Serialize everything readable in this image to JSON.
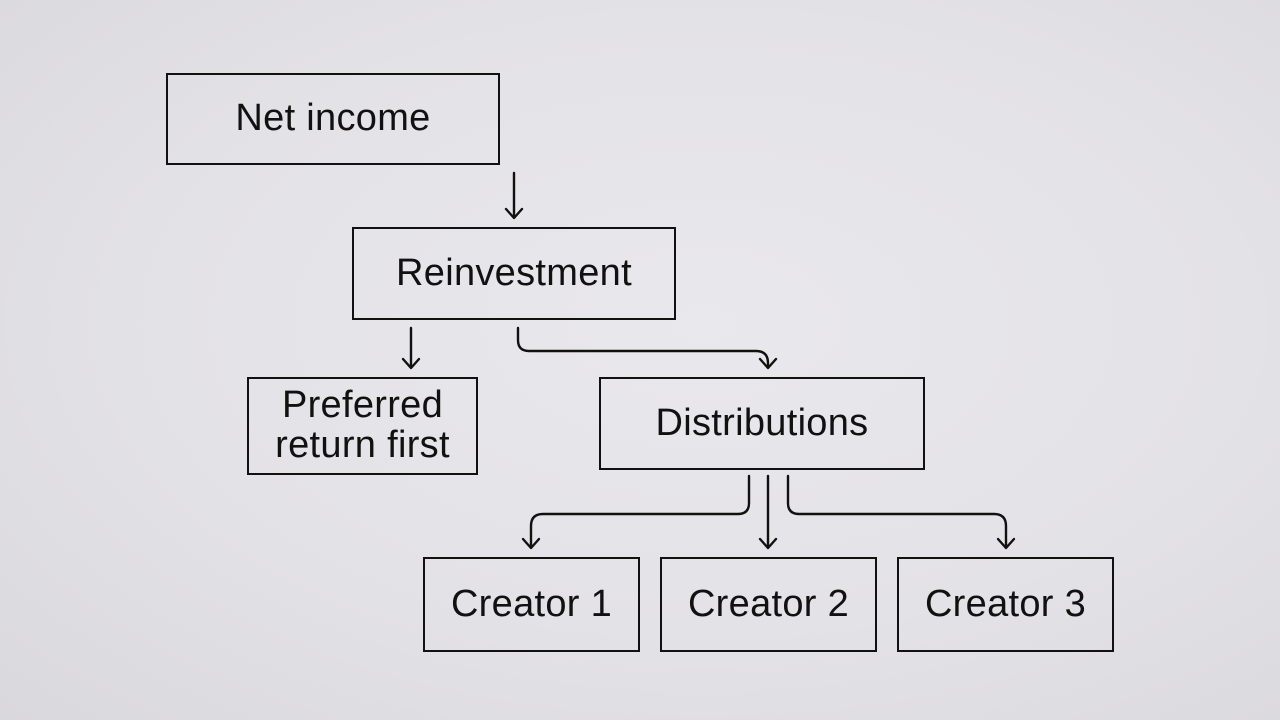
{
  "diagram": {
    "nodes": {
      "net_income": "Net income",
      "reinvestment": "Reinvestment",
      "preferred_return": "Preferred\nreturn first",
      "distributions": "Distributions",
      "creator_1": "Creator 1",
      "creator_2": "Creator 2",
      "creator_3": "Creator 3"
    },
    "edges": [
      {
        "from": "net_income",
        "to": "reinvestment"
      },
      {
        "from": "reinvestment",
        "to": "preferred_return"
      },
      {
        "from": "reinvestment",
        "to": "distributions"
      },
      {
        "from": "distributions",
        "to": "creator_1"
      },
      {
        "from": "distributions",
        "to": "creator_2"
      },
      {
        "from": "distributions",
        "to": "creator_3"
      }
    ],
    "line_color": "#111111",
    "background_color": "#e4e3e7"
  }
}
